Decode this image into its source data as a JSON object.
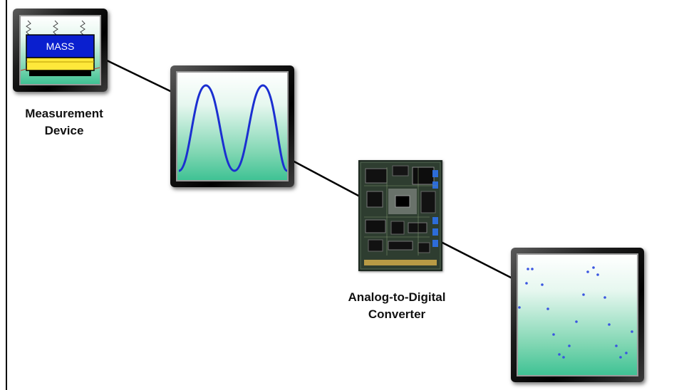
{
  "stages": {
    "measurement_device": {
      "label_line1": "Measurement",
      "label_line2": "Device",
      "device_text": "MASS"
    },
    "analog_signal": {
      "icon": "sine-wave-icon"
    },
    "adc": {
      "label_line1": "Analog-to-Digital",
      "label_line2": "Converter",
      "icon": "circuit-board-icon"
    },
    "digital_signal": {
      "icon": "sampled-points-icon"
    }
  },
  "colors": {
    "screen_bottom": "#3fc294",
    "screen_top": "#ffffff",
    "wave": "#1b2fd1",
    "sample_dot": "#3a55e0",
    "mass_block": "#0a1fcf",
    "mass_base": "#ffe83a",
    "frame": "#000000"
  }
}
